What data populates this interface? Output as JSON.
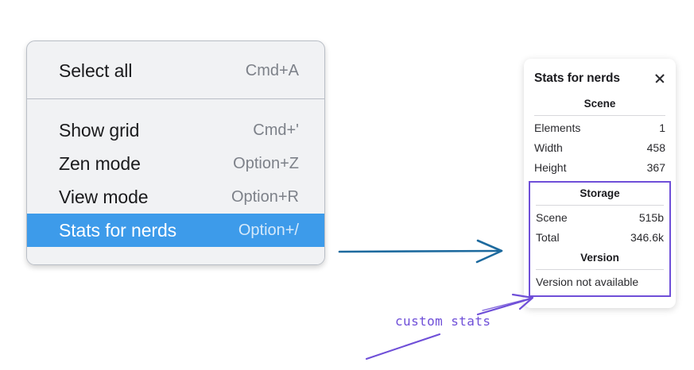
{
  "context_menu": {
    "name": "canvas-context-menu",
    "groups": [
      {
        "items": [
          {
            "label": "Select all",
            "shortcut": "Cmd+A",
            "selected": false
          }
        ]
      },
      {
        "items": [
          {
            "label": "Show grid",
            "shortcut": "Cmd+'",
            "selected": false
          },
          {
            "label": "Zen mode",
            "shortcut": "Option+Z",
            "selected": false
          },
          {
            "label": "View mode",
            "shortcut": "Option+R",
            "selected": false
          },
          {
            "label": "Stats for nerds",
            "shortcut": "Option+/",
            "selected": true
          }
        ]
      }
    ]
  },
  "stats_panel": {
    "title": "Stats for nerds",
    "close_icon": "close-icon",
    "sections": [
      {
        "heading": "Scene",
        "rows": [
          {
            "key": "Elements",
            "value": "1"
          },
          {
            "key": "Width",
            "value": "458"
          },
          {
            "key": "Height",
            "value": "367"
          }
        ]
      },
      {
        "heading": "Storage",
        "rows": [
          {
            "key": "Scene",
            "value": "515b"
          },
          {
            "key": "Total",
            "value": "346.6k"
          }
        ]
      },
      {
        "heading": "Version",
        "text": "Version not available"
      }
    ]
  },
  "annotations": {
    "label": "custom stats",
    "arrow_blue_color": "#1d6a9e",
    "arrow_purple_color": "#6f4fd8"
  },
  "colors": {
    "menu_background": "#f1f2f4",
    "menu_border": "#b9bec6",
    "selection_blue": "#3d9bea",
    "panel_background": "#ffffff",
    "highlight_purple": "#6f4fd8",
    "text_primary": "#1b1b1d",
    "text_muted": "#7d8189"
  }
}
